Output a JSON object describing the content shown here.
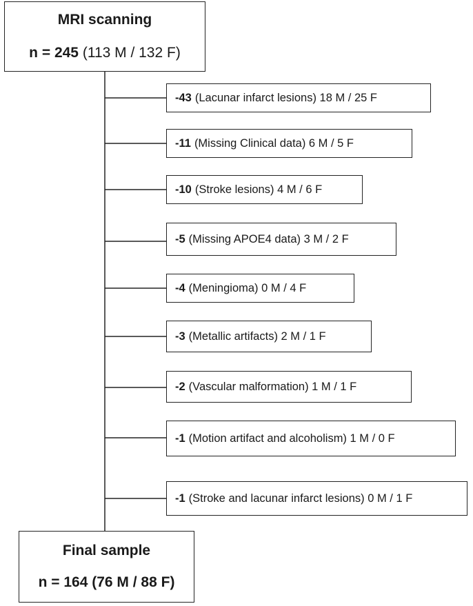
{
  "top_box": {
    "title": "MRI scanning",
    "n_label": "n =",
    "n_value": "245",
    "breakdown": "(113 M / 132 F)"
  },
  "exclusions": [
    {
      "count": "-43",
      "reason": "(Lacunar infarct lesions) 18 M / 25 F"
    },
    {
      "count": "-11",
      "reason": "(Missing Clinical data) 6 M / 5 F"
    },
    {
      "count": "-10",
      "reason": "(Stroke lesions) 4 M / 6 F"
    },
    {
      "count": "-5",
      "reason": "(Missing APOE4 data) 3 M / 2 F"
    },
    {
      "count": "-4",
      "reason": "(Meningioma) 0 M  / 4 F"
    },
    {
      "count": "-3",
      "reason": "(Metallic artifacts) 2 M / 1 F"
    },
    {
      "count": "-2",
      "reason": "(Vascular malformation)  1 M / 1 F"
    },
    {
      "count": "-1",
      "reason": "(Motion artifact and alcoholism) 1 M / 0 F"
    },
    {
      "count": "-1",
      "reason": "(Stroke and lacunar infarct lesions) 0 M / 1 F"
    }
  ],
  "bottom_box": {
    "title": "Final sample",
    "n_label": "n =",
    "n_value": "164",
    "breakdown": "(76 M / 88 F)"
  },
  "colors": {
    "line": "#222222",
    "background": "#ffffff",
    "text": "#1a1a1a"
  }
}
